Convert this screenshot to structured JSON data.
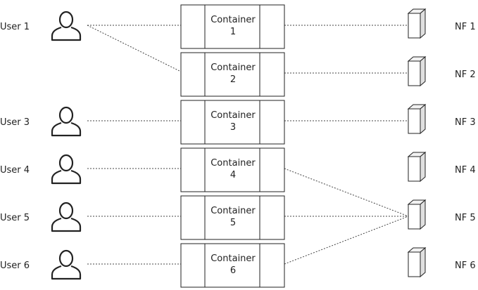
{
  "users": [
    {
      "label": "User 1",
      "row": 0
    },
    {
      "label": "User 3",
      "row": 2
    },
    {
      "label": "User 4",
      "row": 3
    },
    {
      "label": "User 5",
      "row": 4
    },
    {
      "label": "User 6",
      "row": 5
    }
  ],
  "containers": [
    {
      "label": "Container",
      "number": "1"
    },
    {
      "label": "Container",
      "number": "2"
    },
    {
      "label": "Container",
      "number": "3"
    },
    {
      "label": "Container",
      "number": "4"
    },
    {
      "label": "Container",
      "number": "5"
    },
    {
      "label": "Container",
      "number": "6"
    }
  ],
  "nfs": [
    {
      "label": "NF 1"
    },
    {
      "label": "NF 2"
    },
    {
      "label": "NF 3"
    },
    {
      "label": "NF 4"
    },
    {
      "label": "NF 5"
    },
    {
      "label": "NF 6"
    }
  ],
  "links": {
    "user_to_container": [
      {
        "user": "User 1",
        "container": "1"
      },
      {
        "user": "User 1",
        "container": "2"
      },
      {
        "user": "User 3",
        "container": "3"
      },
      {
        "user": "User 4",
        "container": "4"
      },
      {
        "user": "User 5",
        "container": "5"
      },
      {
        "user": "User 6",
        "container": "6"
      }
    ],
    "container_to_nf": [
      {
        "container": "1",
        "nf": "NF 1"
      },
      {
        "container": "2",
        "nf": "NF 2"
      },
      {
        "container": "3",
        "nf": "NF 3"
      },
      {
        "container": "4",
        "nf": "NF 5"
      },
      {
        "container": "5",
        "nf": "NF 5"
      },
      {
        "container": "6",
        "nf": "NF 5"
      }
    ]
  }
}
